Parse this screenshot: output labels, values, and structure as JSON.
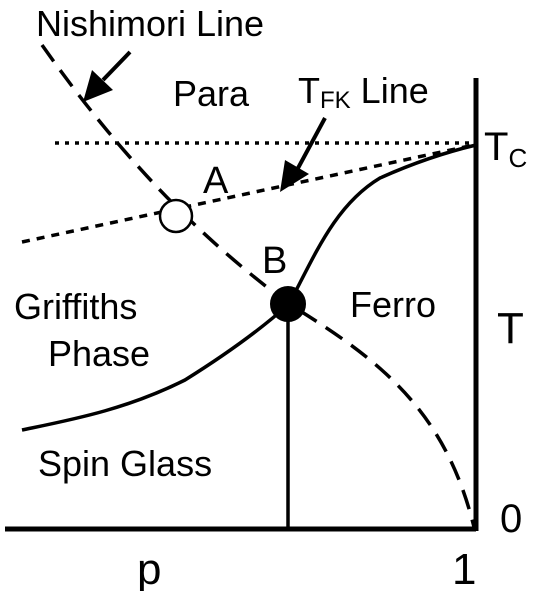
{
  "labels": {
    "nishimori_line": "Nishimori Line",
    "tfk_line_main": "T",
    "tfk_line_sub": "FK",
    "tfk_line_suffix": " Line",
    "para": "Para",
    "tc_main": "T",
    "tc_sub": "C",
    "point_a": "A",
    "point_b": "B",
    "griffiths_line1": "Griffiths",
    "griffiths_line2": "Phase",
    "ferro": "Ferro",
    "t_axis": "T",
    "spin_glass": "Spin Glass",
    "zero": "0",
    "p_axis": "p",
    "one": "1"
  },
  "colors": {
    "ink": "#000000",
    "background": "#ffffff"
  }
}
